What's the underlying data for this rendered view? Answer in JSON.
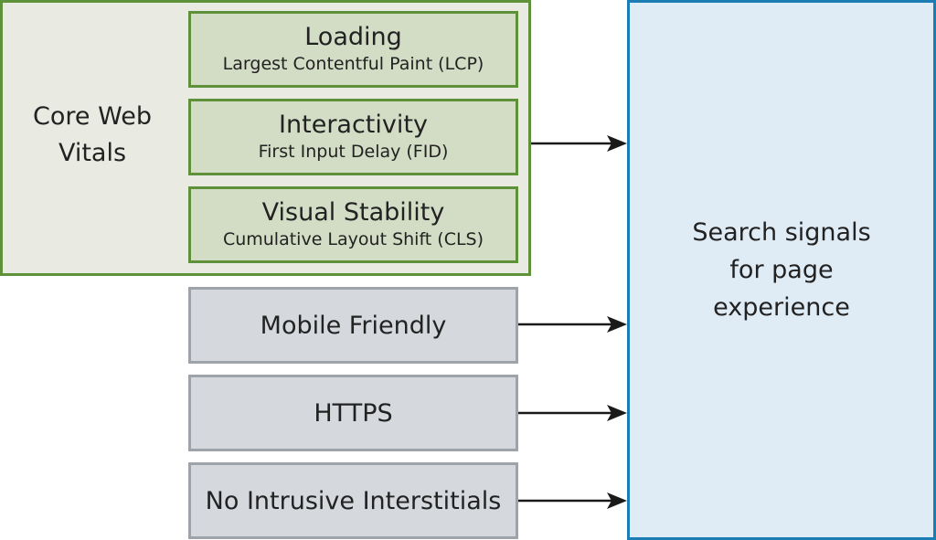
{
  "core_web_vitals": {
    "label": "Core Web Vitals",
    "metrics": [
      {
        "title": "Loading",
        "subtitle": "Largest Contentful Paint (LCP)"
      },
      {
        "title": "Interactivity",
        "subtitle": "First Input Delay (FID)"
      },
      {
        "title": "Visual Stability",
        "subtitle": "Cumulative Layout Shift (CLS)"
      }
    ]
  },
  "signals": [
    {
      "label": "Mobile Friendly"
    },
    {
      "label": "HTTPS"
    },
    {
      "label": "No Intrusive Interstitials"
    }
  ],
  "target": {
    "label": "Search signals for page experience"
  },
  "colors": {
    "group_fill": "#e9ebe2",
    "green_border": "#5e9139",
    "metric_fill": "#d3dcc4",
    "signal_fill": "#d5d8dd",
    "signal_border": "#9ea3a9",
    "target_fill": "#dfebf5",
    "target_border": "#1b7db3",
    "arrow": "#1a1a1a"
  }
}
